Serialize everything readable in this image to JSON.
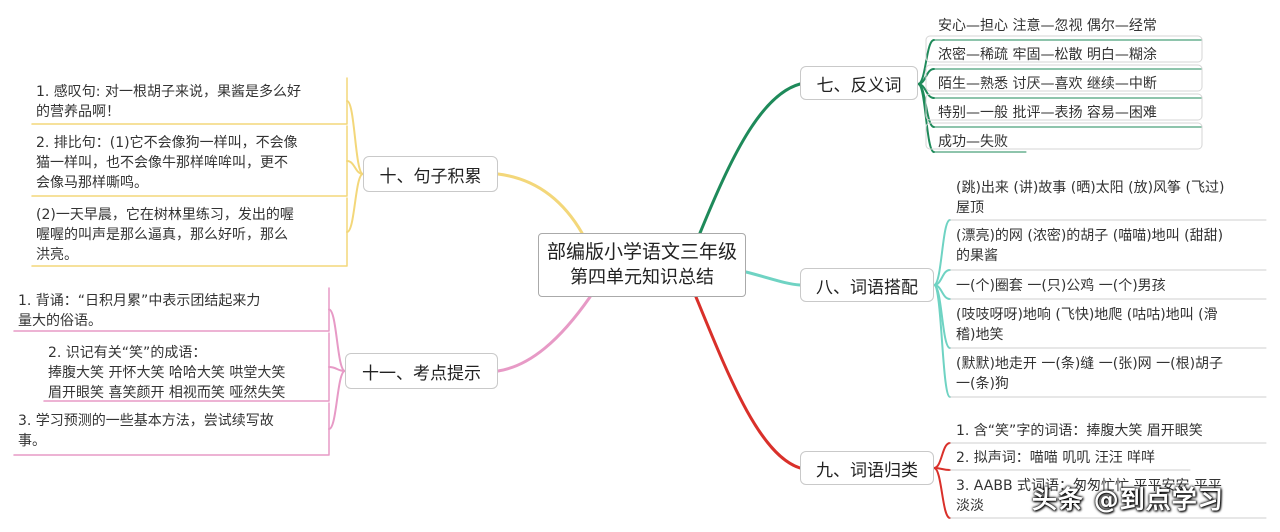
{
  "center": {
    "line1": "部编版小学语文三年级",
    "line2": "第四单元知识总结"
  },
  "colors": {
    "green": "#1e8a5a",
    "teal": "#6fd3c3",
    "red": "#d9302a",
    "yellow": "#f3d77a",
    "pink": "#e79ac6"
  },
  "branches": {
    "b7": {
      "label": "七、反义词",
      "items": [
        [
          "安心—担心 注意—忽视 偶尔—经常"
        ],
        [
          "浓密—稀疏 牢固—松散 明白—糊涂"
        ],
        [
          "陌生—熟悉 讨厌—喜欢 继续—中断"
        ],
        [
          "特别—一般 批评—表扬 容易—困难"
        ],
        [
          "成功—失败"
        ]
      ]
    },
    "b8": {
      "label": "八、词语搭配",
      "items": [
        [
          "(跳)出来 (讲)故事 (晒)太阳 (放)风筝 (飞过)",
          "屋顶"
        ],
        [
          "(漂亮)的网 (浓密)的胡子 (喵喵)地叫 (甜甜)",
          "的果酱"
        ],
        [
          "一(个)圈套 一(只)公鸡 一(个)男孩"
        ],
        [
          "(吱吱呀呀)地响 (飞快)地爬 (咕咕)地叫 (滑",
          "稽)地笑"
        ],
        [
          "(默默)地走开 一(条)缝 一(张)网 一(根)胡子",
          "一(条)狗"
        ]
      ]
    },
    "b9": {
      "label": "九、词语归类",
      "items": [
        [
          "1. 含“笑”字的词语：捧腹大笑 眉开眼笑"
        ],
        [
          "2. 拟声词：喵喵 叽叽 汪汪 咩咩"
        ],
        [
          "3. AABB 式词语：匆匆忙忙 平平安安 平平",
          "淡淡"
        ]
      ]
    },
    "b10": {
      "label": "十、句子积累",
      "items": [
        [
          "1. 感叹句: 对一根胡子来说，果酱是多么好",
          "的营养品啊！"
        ],
        [
          "2. 排比句：(1)它不会像狗一样叫，不会像",
          "猫一样叫，也不会像牛那样哞哞叫，更不",
          "会像马那样嘶鸣。"
        ],
        [
          "(2)一天早晨，它在树林里练习，发出的喔",
          "喔喔的叫声是那么逼真，那么好听，那么",
          "洪亮。"
        ]
      ]
    },
    "b11": {
      "label": "十一、考点提示",
      "items": [
        [
          "1. 背诵：“日积月累”中表示团结起来力",
          "量大的俗语。"
        ],
        [
          "2. 识记有关“笑”的成语：",
          "捧腹大笑 开怀大笑 哈哈大笑 哄堂大笑",
          "眉开眼笑 喜笑颜开 相视而笑 哑然失笑"
        ],
        [
          "3. 学习预测的一些基本方法，尝试续写故",
          "事。"
        ]
      ]
    }
  },
  "watermark": "头条 @到点学习"
}
